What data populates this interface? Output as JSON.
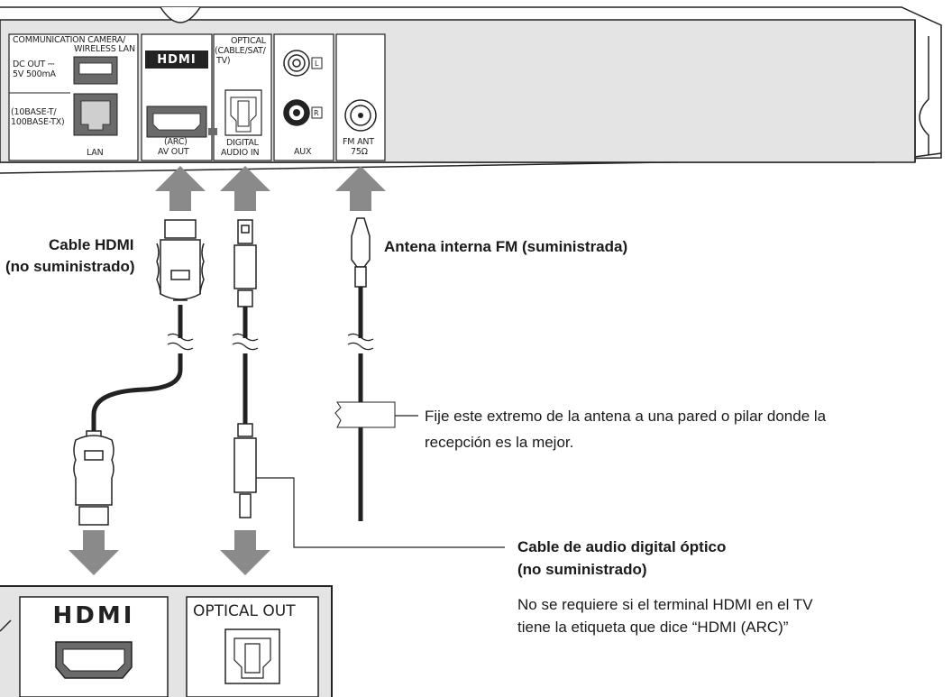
{
  "panel": {
    "comm_label_1": "COMMUNICATION CAMERA/",
    "comm_label_2": "WIRELESS LAN",
    "dc_out_1": "DC OUT ⎓",
    "dc_out_2": "5V 500mA",
    "lan_spec_1": "(10BASE-T/",
    "lan_spec_2": "100BASE-TX)",
    "lan_label": "LAN",
    "hdmi_logo": "HDMI",
    "arc_label": "(ARC)",
    "av_out_label": "AV OUT",
    "optical_1": "OPTICAL",
    "optical_2": "(CABLE/SAT/",
    "optical_3": "TV)",
    "digital_1": "DIGITAL",
    "digital_2": "AUDIO IN",
    "aux_label": "AUX",
    "aux_left": "L",
    "aux_right": "R",
    "fm_1": "FM ANT",
    "fm_2": "75Ω"
  },
  "labels": {
    "hdmi_cable_1": "Cable HDMI",
    "hdmi_cable_2": "(no suministrado)",
    "fm_antenna": "Antena interna FM (suministrada)",
    "fix_note_1": "Fije este extremo de la antena a una pared o pilar donde la",
    "fix_note_2": "recepción es la mejor.",
    "optical_cable_1": "Cable de audio digital óptico",
    "optical_cable_2": "(no suministrado)",
    "arc_note_1": "No se requiere si el terminal HDMI en el TV",
    "arc_note_2": "tiene la etiqueta que dice “HDMI (ARC)”"
  },
  "tv": {
    "hdmi_logo": "HDMI",
    "optical_out": "OPTICAL OUT"
  },
  "colors": {
    "panel_gray": "#e4e4e4",
    "arrow_gray": "#8a8a8a",
    "stroke": "#222222"
  }
}
